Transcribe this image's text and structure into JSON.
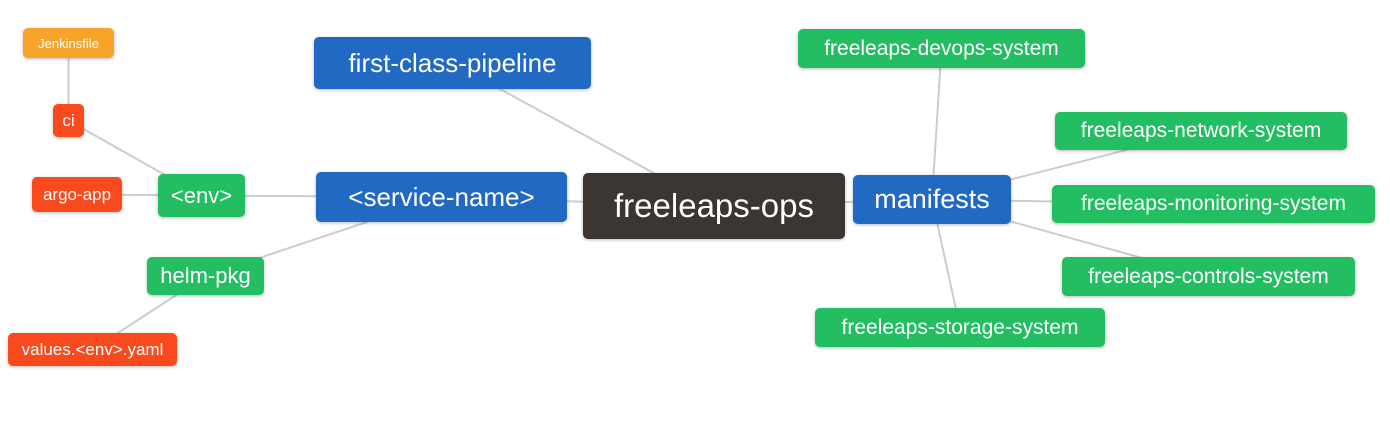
{
  "diagram": {
    "colors": {
      "orange": "#F8A32A",
      "red": "#F84A1D",
      "green": "#23BE62",
      "blue": "#2269C3",
      "dark": "#3B3631",
      "edge": "#CCCCCC"
    },
    "nodes": {
      "jenkinsfile": {
        "label": "Jenkinsfile"
      },
      "ci": {
        "label": "ci"
      },
      "argo_app": {
        "label": "argo-app"
      },
      "env": {
        "label": "<env>"
      },
      "helm_pkg": {
        "label": "helm-pkg"
      },
      "values_env_yaml": {
        "label": "values.<env>.yaml"
      },
      "first_class_pipeline": {
        "label": "first-class-pipeline"
      },
      "service_name": {
        "label": "<service-name>"
      },
      "freeleaps_ops": {
        "label": "freeleaps-ops"
      },
      "manifests": {
        "label": "manifests"
      },
      "devops_system": {
        "label": "freeleaps-devops-system"
      },
      "network_system": {
        "label": "freeleaps-network-system"
      },
      "monitoring_system": {
        "label": "freeleaps-monitoring-system"
      },
      "controls_system": {
        "label": "freeleaps-controls-system"
      },
      "storage_system": {
        "label": "freeleaps-storage-system"
      }
    },
    "edges": [
      [
        "jenkinsfile",
        "ci"
      ],
      [
        "ci",
        "env"
      ],
      [
        "argo_app",
        "env"
      ],
      [
        "env",
        "service_name"
      ],
      [
        "helm_pkg",
        "service_name"
      ],
      [
        "values_env_yaml",
        "helm_pkg"
      ],
      [
        "first_class_pipeline",
        "freeleaps_ops"
      ],
      [
        "service_name",
        "freeleaps_ops"
      ],
      [
        "freeleaps_ops",
        "manifests"
      ],
      [
        "manifests",
        "devops_system"
      ],
      [
        "manifests",
        "network_system"
      ],
      [
        "manifests",
        "monitoring_system"
      ],
      [
        "manifests",
        "controls_system"
      ],
      [
        "manifests",
        "storage_system"
      ]
    ]
  }
}
